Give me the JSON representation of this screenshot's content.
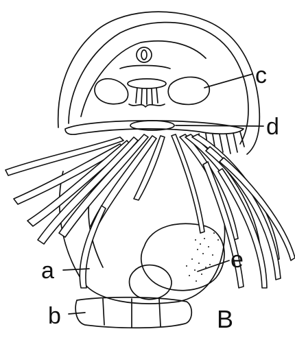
{
  "figure": {
    "panel_label": "B",
    "labels": {
      "a": "a",
      "b": "b",
      "c": "c",
      "d": "d",
      "e": "e"
    },
    "ink_color": "#111111",
    "background": "#ffffff"
  }
}
